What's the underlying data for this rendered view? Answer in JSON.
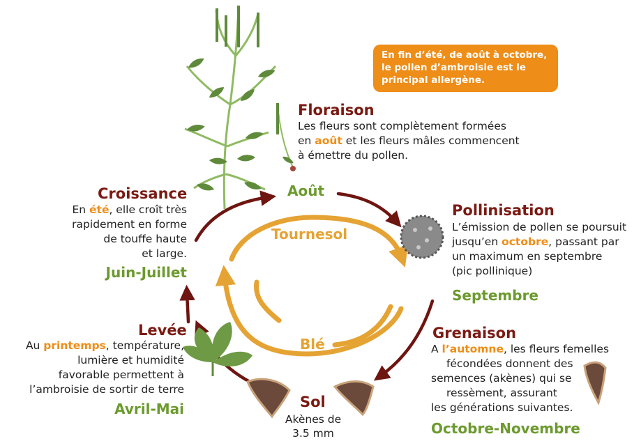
{
  "info_box": {
    "text": "En fin d'été, de août à octobre, le pollen d'ambroisie est le principal allergène.",
    "line1": "En fin d’été, de août à octobre,",
    "line2": "le pollen d’ambroisie est le",
    "line3": "principal allergène."
  },
  "stages": {
    "floraison": {
      "title": "Floraison",
      "l1": "Les fleurs sont complètement formées",
      "l2_a": "en ",
      "l2_hl": "août",
      "l2_b": " et les fleurs mâles commencent",
      "l3": "à émettre du pollen.",
      "month": "Août"
    },
    "pollinisation": {
      "title": "Pollinisation",
      "l1": "L’émission de pollen se poursuit",
      "l2_a": "jusqu’en ",
      "l2_hl": "octobre",
      "l2_b": ", passant par",
      "l3": "un maximum en septembre",
      "l4": "(pic pollinique)",
      "month": "Septembre"
    },
    "grenaison": {
      "title": "Grenaison",
      "l1_a": "A ",
      "l1_hl": "l’automne",
      "l1_b": ", les fleurs femelles",
      "l2": "fécondées donnent des",
      "l3": "semences (akènes) qui se",
      "l4": "ressèment, assurant",
      "l5": "les générations suivantes.",
      "month": "Octobre-Novembre"
    },
    "sol": {
      "title": "Sol",
      "l1": "Akènes de",
      "l2": "3.5 mm"
    },
    "levee": {
      "title": "Levée",
      "l1_a": "Au ",
      "l1_hl": "printemps",
      "l1_b": ", température,",
      "l2": "lumière et humidité",
      "l3": "favorable permettent à",
      "l4": "l’ambroisie de sortir de terre",
      "month": "Avril-Mai"
    },
    "croissance": {
      "title": "Croissance",
      "l1_a": "En ",
      "l1_hl": "été",
      "l1_b": ", elle croît très",
      "l2": "rapidement en forme",
      "l3": "de touffe haute",
      "l4": "et large.",
      "month": "Juin-Juillet"
    }
  },
  "crops": {
    "summer": "Tournesol",
    "winter": "Blé"
  },
  "colors": {
    "title": "#7a1a12",
    "highlight": "#ee8d17",
    "month": "#6c9a2e",
    "outer_arrow": "#6e1511",
    "inner_arrow": "#e5a334",
    "plant": "#5f8a3c"
  }
}
